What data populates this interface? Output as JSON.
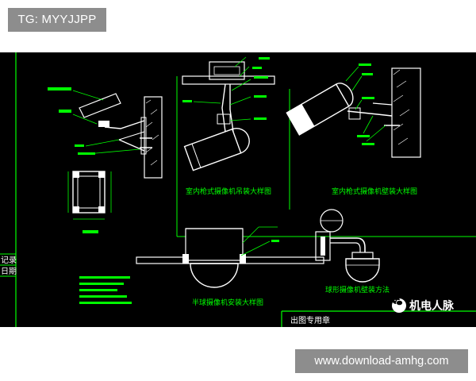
{
  "header_tag": {
    "text": "TG: MYYJJPP"
  },
  "footer_tag": {
    "text": "www.download-amhg.com"
  },
  "watermark": {
    "name": "机电人脉",
    "icon": "wechat-icon"
  },
  "drawing": {
    "left_panel_labels": [
      "记录",
      "日期"
    ],
    "bottom_bar_label": "出图专用章",
    "captions": [
      "室内枪式摄像机吊装大样图",
      "室内枪式摄像机壁装大样图",
      "半球摄像机安装大样图",
      "球形摄像机壁装方法"
    ],
    "colors": {
      "background": "#000000",
      "line_white": "#ffffff",
      "line_green": "#00ff00",
      "caption_green": "#00ff00"
    }
  }
}
